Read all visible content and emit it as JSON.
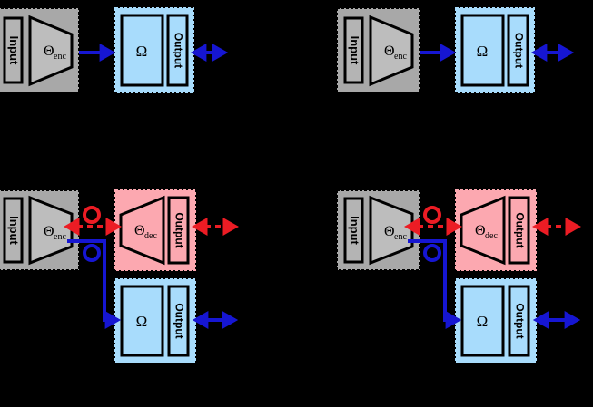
{
  "figure": {
    "background": "#000000",
    "colors": {
      "encoder_fill": "#a8a8a8",
      "encoder_inner_fill": "#bdbdbd",
      "omega_fill": "#a8dcfc",
      "decoder_fill": "#fca8b0",
      "stroke": "#000000",
      "blue": "#1616d2",
      "red": "#ec1c24"
    },
    "panels": [
      {
        "id": "top-left",
        "name": "panel-top-left",
        "blocks": [
          {
            "role": "encoder",
            "input_label": "Input",
            "body_label": "Θ",
            "body_sub": "enc",
            "fill": "#a8a8a8"
          },
          {
            "role": "omega",
            "body_label": "Ω",
            "output_label": "Output",
            "fill": "#a8dcfc"
          }
        ],
        "arrows": [
          {
            "name": "encoder-to-omega-arrow",
            "color": "#1616d2",
            "style": "solid",
            "heads": "single"
          },
          {
            "name": "omega-output-arrow",
            "color": "#1616d2",
            "style": "solid",
            "heads": "double"
          }
        ],
        "markers": []
      },
      {
        "id": "top-right",
        "name": "panel-top-right",
        "blocks": [
          {
            "role": "encoder",
            "input_label": "Input",
            "body_label": "Θ",
            "body_sub": "enc",
            "fill": "#a8a8a8"
          },
          {
            "role": "omega",
            "body_label": "Ω",
            "output_label": "Output",
            "fill": "#a8dcfc"
          }
        ],
        "arrows": [
          {
            "name": "encoder-to-omega-arrow",
            "color": "#1616d2",
            "style": "solid",
            "heads": "single"
          },
          {
            "name": "omega-output-arrow",
            "color": "#1616d2",
            "style": "solid",
            "heads": "double"
          }
        ],
        "markers": []
      },
      {
        "id": "bottom-left",
        "name": "panel-bottom-left",
        "blocks": [
          {
            "role": "encoder",
            "input_label": "Input",
            "body_label": "Θ",
            "body_sub": "enc",
            "fill": "#a8a8a8"
          },
          {
            "role": "decoder",
            "body_label": "Θ",
            "body_sub": "dec",
            "output_label": "Output",
            "fill": "#fca8b0"
          },
          {
            "role": "omega",
            "body_label": "Ω",
            "output_label": "Output",
            "fill": "#a8dcfc"
          }
        ],
        "arrows": [
          {
            "name": "encoder-to-decoder-arrow",
            "color": "#ec1c24",
            "style": "dashed",
            "heads": "double"
          },
          {
            "name": "decoder-output-arrow",
            "color": "#ec1c24",
            "style": "dashed",
            "heads": "double"
          },
          {
            "name": "encoder-to-omega-arrow",
            "color": "#1616d2",
            "style": "solid",
            "heads": "single"
          },
          {
            "name": "omega-output-arrow",
            "color": "#1616d2",
            "style": "solid",
            "heads": "double"
          }
        ],
        "markers": [
          {
            "name": "red-circle-marker",
            "color": "#ec1c24"
          },
          {
            "name": "blue-circle-marker",
            "color": "#1616d2"
          }
        ]
      },
      {
        "id": "bottom-right",
        "name": "panel-bottom-right",
        "blocks": [
          {
            "role": "encoder",
            "input_label": "Input",
            "body_label": "Θ",
            "body_sub": "enc",
            "fill": "#a8a8a8"
          },
          {
            "role": "decoder",
            "body_label": "Θ",
            "body_sub": "dec",
            "output_label": "Output",
            "fill": "#fca8b0"
          },
          {
            "role": "omega",
            "body_label": "Ω",
            "output_label": "Output",
            "fill": "#a8dcfc"
          }
        ],
        "arrows": [
          {
            "name": "encoder-to-decoder-arrow",
            "color": "#ec1c24",
            "style": "dashed",
            "heads": "double"
          },
          {
            "name": "decoder-output-arrow",
            "color": "#ec1c24",
            "style": "dashed",
            "heads": "double"
          },
          {
            "name": "encoder-to-omega-arrow",
            "color": "#1616d2",
            "style": "solid",
            "heads": "single"
          },
          {
            "name": "omega-output-arrow",
            "color": "#1616d2",
            "style": "solid",
            "heads": "double"
          }
        ],
        "markers": [
          {
            "name": "red-circle-marker",
            "color": "#ec1c24"
          },
          {
            "name": "blue-circle-marker",
            "color": "#1616d2"
          }
        ]
      }
    ],
    "labels": {
      "input": "Input",
      "output": "Output",
      "theta": "Θ",
      "enc": "enc",
      "dec": "dec",
      "omega": "Ω"
    }
  }
}
